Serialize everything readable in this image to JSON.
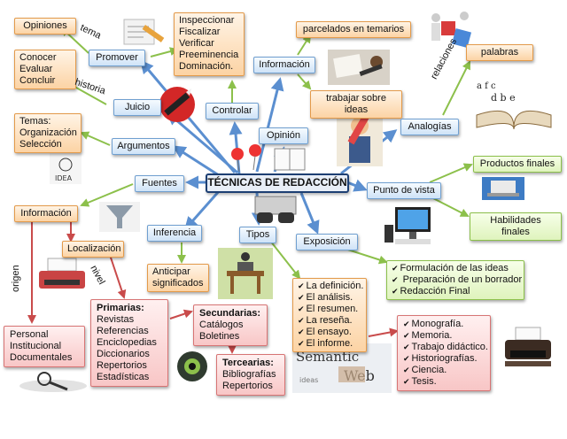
{
  "center": "TÉCNICAS DE REDACCIÓN",
  "nodes": {
    "opiniones": "Opiniones",
    "promover": "Promover",
    "inspeccionar": [
      "Inspeccionar",
      "Fiscalizar",
      " Verificar",
      "Preeminencia",
      " Dominación."
    ],
    "parcelados": "parcelados en temarios",
    "informacion_top": "Información",
    "trabajar": "trabajar sobre ideas",
    "palabras": "palabras",
    "conocer": [
      "Conocer",
      "Evaluar",
      "Concluir"
    ],
    "juicio": "Juicio",
    "controlar": "Controlar",
    "opinion": "Opinión",
    "analogias": "Analogías",
    "temas": [
      "Temas:",
      "Organización",
      "Selección"
    ],
    "argumentos": "Argumentos",
    "productos": "Productos finales",
    "fuentes": "Fuentes",
    "punto_vista": "Punto de vista",
    "informacion_left": "Información",
    "habilidades": "Habilidades finales",
    "inferencia": "Inferencia",
    "tipos": "Tipos",
    "exposicion": "Exposición",
    "localizacion": "Localización",
    "anticipar": [
      "Anticipar",
      "significados"
    ],
    "exposicion_items": [
      "Formulación  de las ideas",
      " Preparación  de un borrador",
      "Redacción Final"
    ],
    "tipos_items": [
      "La definición.",
      "El análisis.",
      "El resumen.",
      "La reseña.",
      "El ensayo.",
      "El informe."
    ],
    "monografias": [
      "Monografía.",
      "Memoria.",
      "Trabajo didáctico.",
      "Historiografías.",
      "Ciencia.",
      "Tesis."
    ],
    "personal": [
      "Personal",
      "Institucional",
      "Documentales"
    ],
    "primarias_title": "Primarias:",
    "primarias": [
      "Revistas",
      "Referencias",
      "Enciclopedias",
      "Diccionarios",
      "Repertorios",
      "Estadísticas"
    ],
    "secundarias_title": "Secundarias:",
    "secundarias": [
      "Catálogos",
      "Boletines"
    ],
    "terciarias_title": "Tercearias:",
    "terciarias": [
      "Bibliografías",
      "Repertorios"
    ]
  },
  "labels": {
    "tema": "tema",
    "historia": "historia",
    "relaciones": "relaciones",
    "origen": "origen",
    "nivel": "nivel"
  },
  "colors": {
    "blue_arrow": "#5b8fd0",
    "green_arrow": "#8cc04b",
    "red_arrow": "#c94b4b",
    "center_border": "#1d3f73"
  }
}
